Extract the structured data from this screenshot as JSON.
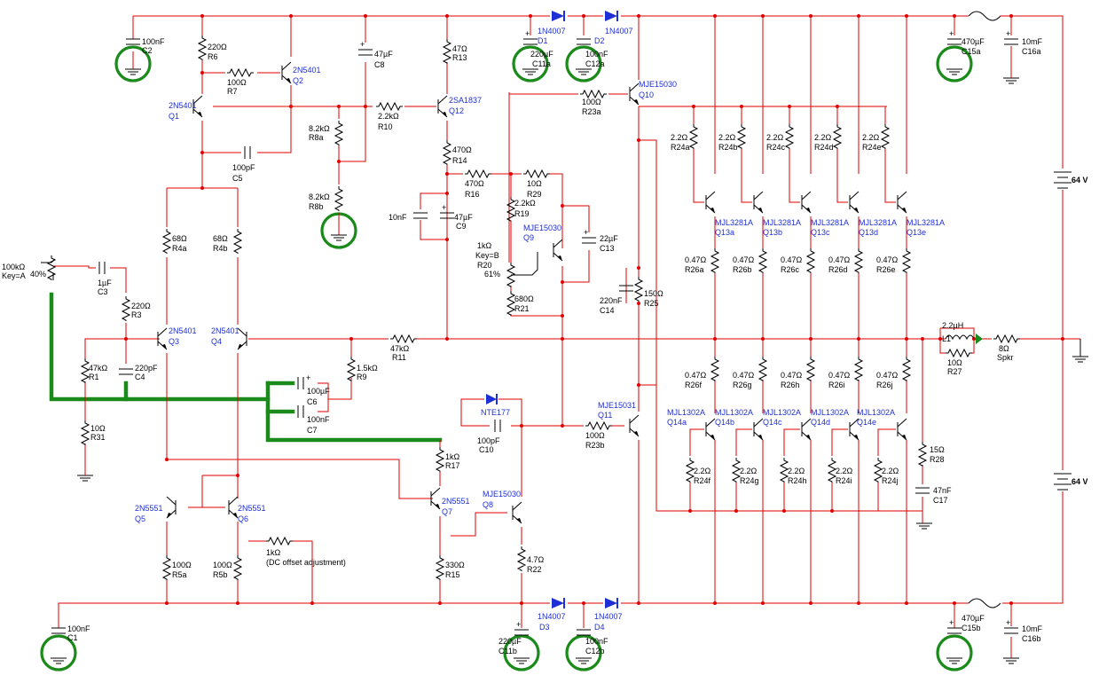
{
  "colors": {
    "wire": "#e00000",
    "component": "#000000",
    "designator_blue": "#1f2fd6",
    "highlight_green": "#1a8a1a",
    "background": "#ffffff"
  },
  "labels": {
    "R6": {
      "value": "220Ω",
      "ref": "R6"
    },
    "R7": {
      "value": "100Ω",
      "ref": "R7"
    },
    "Q2": {
      "part": "2N5401",
      "ref": "Q2"
    },
    "Q1": {
      "part": "2N5401",
      "ref": "Q1"
    },
    "C2": {
      "value": "100nF",
      "ref": "C2"
    },
    "C5": {
      "value": "100pF",
      "ref": "C5"
    },
    "C8": {
      "value": "47µF",
      "ref": "C8"
    },
    "R8a": {
      "value": "8.2kΩ",
      "ref": "R8a"
    },
    "R8b": {
      "value": "8.2kΩ",
      "ref": "R8b"
    },
    "R10": {
      "value": "2.2kΩ",
      "ref": "R10"
    },
    "R13": {
      "value": "47Ω",
      "ref": "R13"
    },
    "Q12": {
      "part": "2SA1837",
      "ref": "Q12"
    },
    "R14": {
      "value": "470Ω",
      "ref": "R14"
    },
    "R16": {
      "value": "470Ω",
      "ref": "R16"
    },
    "R29": {
      "value": "10Ω",
      "ref": "R29"
    },
    "R19": {
      "value": "2.2kΩ",
      "ref": "R19"
    },
    "C9a": {
      "value": "10nF"
    },
    "C9": {
      "value": "47µF",
      "ref": "C9"
    },
    "Q9": {
      "part": "MJE15030",
      "ref": "Q9"
    },
    "C13": {
      "value": "22µF",
      "ref": "C13"
    },
    "R20": {
      "value": "1kΩ",
      "key": "Key=B",
      "ref": "R20",
      "pct": "61%"
    },
    "R21": {
      "value": "680Ω",
      "ref": "R21"
    },
    "D1": {
      "part": "1N4007",
      "ref": "D1"
    },
    "D2": {
      "part": "1N4007",
      "ref": "D2"
    },
    "C11a": {
      "value": "220µF",
      "ref": "C11a"
    },
    "C12a": {
      "value": "100nF",
      "ref": "C12a"
    },
    "R23a": {
      "value": "100Ω",
      "ref": "R23a"
    },
    "Q10": {
      "part": "MJE15030",
      "ref": "Q10"
    },
    "R25": {
      "value": "150Ω",
      "ref": "R25"
    },
    "C14": {
      "value": "220nF",
      "ref": "C14"
    },
    "R24a": {
      "value": "2.2Ω",
      "ref": "R24a"
    },
    "R24b": {
      "value": "2.2Ω",
      "ref": "R24b"
    },
    "R24c": {
      "value": "2.2Ω",
      "ref": "R24c"
    },
    "R24d": {
      "value": "2.2Ω",
      "ref": "R24d"
    },
    "R24e": {
      "value": "2.2Ω",
      "ref": "R24e"
    },
    "Q13a": {
      "part": "MJL3281A",
      "ref": "Q13a"
    },
    "Q13b": {
      "part": "MJL3281A",
      "ref": "Q13b"
    },
    "Q13c": {
      "part": "MJL3281A",
      "ref": "Q13c"
    },
    "Q13d": {
      "part": "MJL3281A",
      "ref": "Q13d"
    },
    "Q13e": {
      "part": "MJL3281A",
      "ref": "Q13e"
    },
    "R26a": {
      "value": "0.47Ω",
      "ref": "R26a"
    },
    "R26b": {
      "value": "0.47Ω",
      "ref": "R26b"
    },
    "R26c": {
      "value": "0.47Ω",
      "ref": "R26c"
    },
    "R26d": {
      "value": "0.47Ω",
      "ref": "R26d"
    },
    "R26e": {
      "value": "0.47Ω",
      "ref": "R26e"
    },
    "R26f": {
      "value": "0.47Ω",
      "ref": "R26f"
    },
    "R26g": {
      "value": "0.47Ω",
      "ref": "R26g"
    },
    "R26h": {
      "value": "0.47Ω",
      "ref": "R26h"
    },
    "R26i": {
      "value": "0.47Ω",
      "ref": "R26i"
    },
    "R26j": {
      "value": "0.47Ω",
      "ref": "R26j"
    },
    "Q14a": {
      "part": "MJL1302A",
      "ref": "Q14a"
    },
    "Q14b": {
      "part": "MJL1302A",
      "ref": "Q14b"
    },
    "Q14c": {
      "part": "MJL1302A",
      "ref": "Q14c"
    },
    "Q14d": {
      "part": "MJL1302A",
      "ref": "Q14d"
    },
    "Q14e": {
      "part": "MJL1302A",
      "ref": "Q14e"
    },
    "R24f": {
      "value": "2.2Ω",
      "ref": "R24f"
    },
    "R24g": {
      "value": "2.2Ω",
      "ref": "R24g"
    },
    "R24h": {
      "value": "2.2Ω",
      "ref": "R24h"
    },
    "R24i": {
      "value": "2.2Ω",
      "ref": "R24i"
    },
    "R24j": {
      "value": "2.2Ω",
      "ref": "R24j"
    },
    "C15a": {
      "value": "470µF",
      "ref": "C15a"
    },
    "C16a": {
      "value": "10mF",
      "ref": "C16a"
    },
    "C15b": {
      "value": "470µF",
      "ref": "C15b"
    },
    "C16b": {
      "value": "10mF",
      "ref": "C16b"
    },
    "V1": {
      "value": "64 V"
    },
    "V2": {
      "value": "64 V"
    },
    "L1": {
      "value": "2.2µH",
      "ref": "L1"
    },
    "R27": {
      "value": "10Ω",
      "ref": "R27"
    },
    "Spkr": {
      "value": "8Ω",
      "ref": "Spkr"
    },
    "R28": {
      "value": "15Ω",
      "ref": "R28"
    },
    "C17": {
      "value": "47nF",
      "ref": "C17"
    },
    "Pot": {
      "value": "100kΩ",
      "key": "Key=A",
      "pct": "40%"
    },
    "C3": {
      "value": "1µF",
      "ref": "C3"
    },
    "R3": {
      "value": "220Ω",
      "ref": "R3"
    },
    "R1": {
      "value": "47kΩ",
      "ref": "R1"
    },
    "C4": {
      "value": "220pF",
      "ref": "C4"
    },
    "R31": {
      "value": "10Ω",
      "ref": "R31"
    },
    "R4a": {
      "value": "68Ω",
      "ref": "R4a"
    },
    "R4b": {
      "value": "68Ω",
      "ref": "R4b"
    },
    "Q3": {
      "part": "2N5401",
      "ref": "Q3"
    },
    "Q4": {
      "part": "2N5401",
      "ref": "Q4"
    },
    "R11": {
      "value": "47kΩ",
      "ref": "R11"
    },
    "R9": {
      "value": "1.5kΩ",
      "ref": "R9"
    },
    "C6": {
      "value": "100µF",
      "ref": "C6"
    },
    "C7": {
      "value": "100nF",
      "ref": "C7"
    },
    "NTE177": {
      "part": "NTE177"
    },
    "C10": {
      "value": "100pF",
      "ref": "C10"
    },
    "R23b": {
      "value": "100Ω",
      "ref": "R23b"
    },
    "Q11": {
      "part": "MJE15031",
      "ref": "Q11"
    },
    "R17": {
      "value": "1kΩ",
      "ref": "R17"
    },
    "Q7": {
      "part": "2N5551",
      "ref": "Q7"
    },
    "Q8": {
      "part": "MJE15030",
      "ref": "Q8"
    },
    "R15": {
      "value": "330Ω",
      "ref": "R15"
    },
    "R22": {
      "value": "4.7Ω",
      "ref": "R22"
    },
    "Q5": {
      "part": "2N5551",
      "ref": "Q5"
    },
    "Q6": {
      "part": "2N5551",
      "ref": "Q6"
    },
    "R5a": {
      "value": "100Ω",
      "ref": "R5a"
    },
    "R5b": {
      "value": "100Ω",
      "ref": "R5b"
    },
    "Roff": {
      "value": "1kΩ",
      "note": "(DC offset adjustment)"
    },
    "C1": {
      "value": "100nF",
      "ref": "C1"
    },
    "D3": {
      "part": "1N4007",
      "ref": "D3"
    },
    "D4": {
      "part": "1N4007",
      "ref": "D4"
    },
    "C11b": {
      "value": "220µF",
      "ref": "C11b"
    },
    "C12b": {
      "value": "100nF",
      "ref": "C12b"
    }
  }
}
